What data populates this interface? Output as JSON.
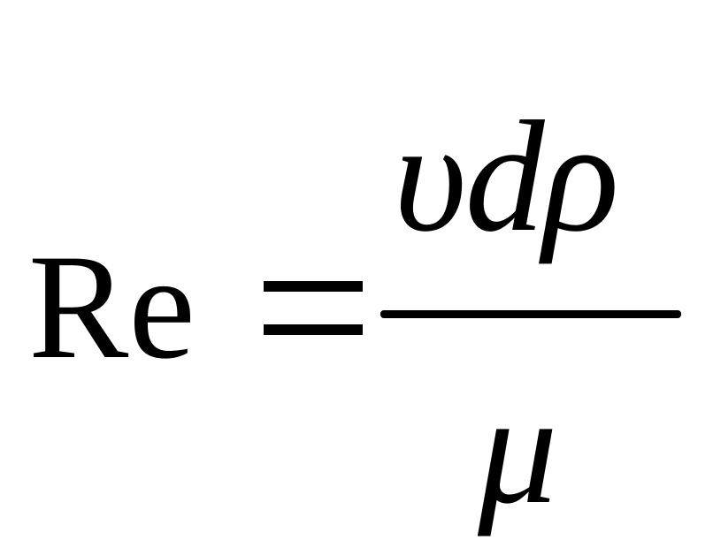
{
  "equation": {
    "lhs": "Re",
    "operator": "=",
    "numerator": "υdρ",
    "denominator": "μ"
  }
}
